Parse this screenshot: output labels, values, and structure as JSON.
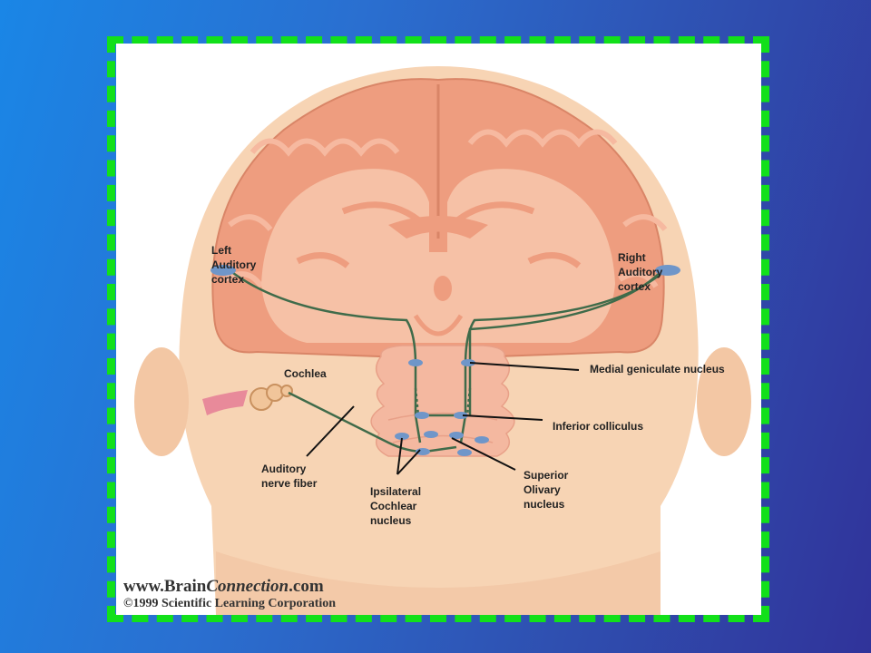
{
  "colors": {
    "background_left": "#1a86e6",
    "background_right": "#30339a",
    "frame_border": "#12e01a",
    "skin": "#f7d4b4",
    "cortex": "#ee9d7f",
    "white_matter": "#f6c1a6",
    "pathway": "#3f6b4a",
    "nucleus": "#6f96c9"
  },
  "labels": {
    "left_auditory_cortex": "Left\nAuditory\ncortex",
    "right_auditory_cortex": "Right\nAuditory\ncortex",
    "cochlea": "Cochlea",
    "medial_geniculate": "Medial geniculate nucleus",
    "inferior_colliculus": "Inferior colliculus",
    "auditory_nerve": "Auditory\nnerve fiber",
    "cochlear_nucleus": "Ipsilateral\nCochlear\nnucleus",
    "superior_olivary": "Superior\nOlivary\nnucleus"
  },
  "credits": {
    "site_prefix": "www.",
    "site_brand1": "Brain",
    "site_brand2": "Connection",
    "site_suffix": ".com",
    "copyright": "©1999 Scientific Learning Corporation"
  }
}
